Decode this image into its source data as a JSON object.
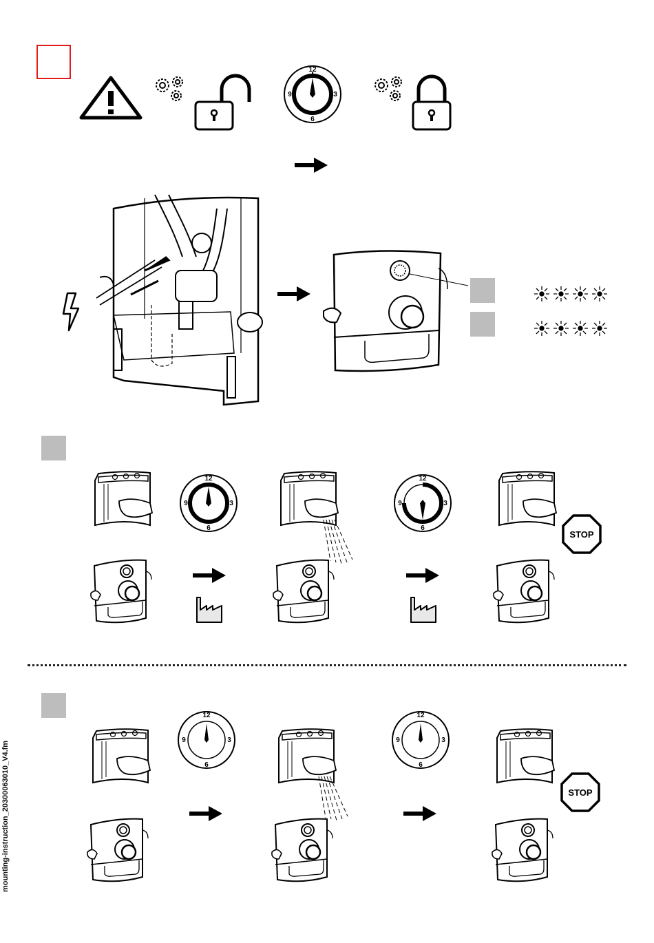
{
  "clock": {
    "n12": "12",
    "n3": "3",
    "n6": "6",
    "n9": "9"
  },
  "stop_sign": {
    "label": "STOP"
  },
  "footer": {
    "filename": "mounting-instruction_20300063010_V4.fm"
  },
  "colors": {
    "warning_box": "#e21b1b",
    "step_marker": "#bdbdbd",
    "ink": "#000000"
  },
  "icons": [
    "warning-icon",
    "gears-icon",
    "unlock-icon",
    "lock-icon",
    "clock-icon",
    "arrow-icon",
    "lightning-icon",
    "led-blink-icon",
    "factory-icon",
    "stop-sign-icon",
    "water-spray-icon"
  ]
}
